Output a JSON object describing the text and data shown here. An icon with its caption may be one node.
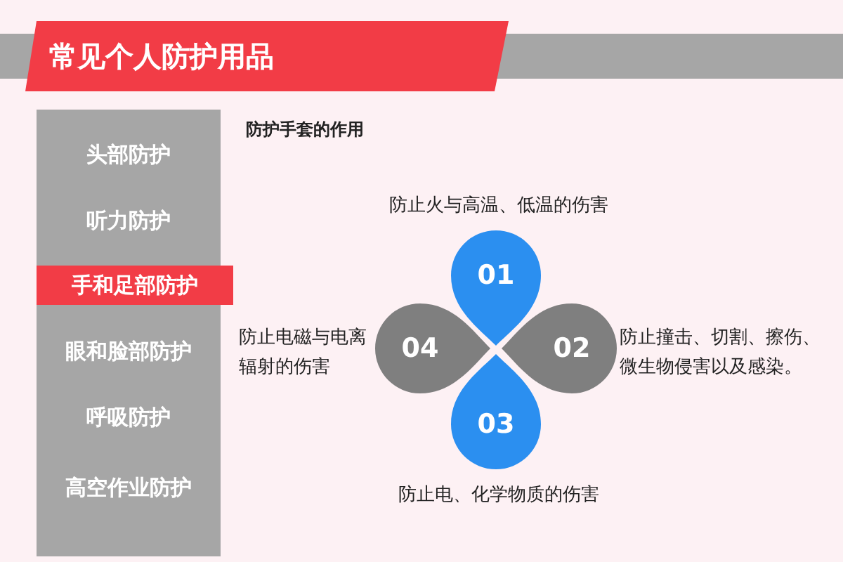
{
  "diagram": {
    "title": "常见个人防护用品",
    "nodes": [
      {
        "text": [],
        "shape": "box"
      },
      {
        "text": [
          "头部防护"
        ],
        "in": 0
      },
      {
        "text": [
          "听力防护"
        ],
        "in": 0
      },
      {
        "text": [
          "手和足部防护"
        ],
        "in": 0
      },
      {
        "text": [
          "眼和脸部防护"
        ],
        "in": 0
      },
      {
        "text": [
          "呼吸防护"
        ],
        "in": 0
      },
      {
        "text": [
          "高空作业防护"
        ],
        "in": 0
      },
      {
        "text": [
          "01"
        ],
        "beside": [
          "防止火与高温、低温的伤害"
        ]
      },
      {
        "text": [
          "02"
        ],
        "beside": [
          "防止撞击、切割、擦伤、微生物侵害以及感染。"
        ]
      },
      {
        "text": [
          "03"
        ],
        "beside": [
          "防止电、化学物质的伤害"
        ]
      },
      {
        "text": [
          "04"
        ],
        "beside": [
          "防止电磁与电离辐射的伤害"
        ]
      }
    ],
    "edges": [],
    "labels": [
      "防护手套的作用"
    ]
  }
}
